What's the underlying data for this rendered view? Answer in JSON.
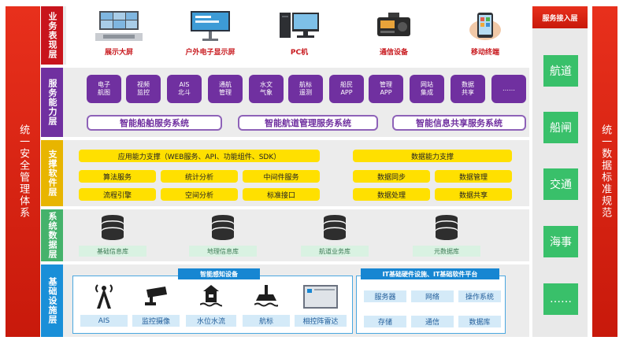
{
  "left_bar": {
    "label": "统一安全管理体系"
  },
  "right_bar": {
    "label": "统一数据标准规范"
  },
  "service_access": {
    "title": "服务接入层",
    "items": [
      "航道",
      "船闸",
      "交通",
      "海事",
      "……"
    ]
  },
  "layers": {
    "presentation": {
      "label": "业务表现层",
      "devices": [
        {
          "label": "展示大屏",
          "icon": "display-wall-icon"
        },
        {
          "label": "户外电子显示屏",
          "icon": "outdoor-screen-icon"
        },
        {
          "label": "PC机",
          "icon": "pc-icon"
        },
        {
          "label": "通信设备",
          "icon": "communication-device-icon"
        },
        {
          "label": "移动终端",
          "icon": "mobile-terminal-icon"
        }
      ]
    },
    "service_capability": {
      "label": "服务能力层",
      "modules": [
        "电子\n航图",
        "视频\n监控",
        "AIS\n北斗",
        "通航\n管理",
        "水文\n气象",
        "航标\n遥测",
        "船民\nAPP",
        "管理\nAPP",
        "网站\n集成",
        "数据\n共享",
        "……"
      ],
      "systems": [
        "智能船舶服务系统",
        "智能航道管理服务系统",
        "智能信息共享服务系统"
      ]
    },
    "support_software": {
      "label": "支撑软件层",
      "app_support": "应用能力支撑（WEB服务、API、功能组件、SDK）",
      "app_items": [
        "算法服务",
        "统计分析",
        "中间件服务",
        "流程引擎",
        "空间分析",
        "标准接口"
      ],
      "data_support": "数据能力支撑",
      "data_items": [
        "数据同步",
        "数据管理",
        "数据处理",
        "数据共享"
      ]
    },
    "system_data": {
      "label": "系统数据层",
      "databases": [
        "基础信息库",
        "地理信息库",
        "航道业务库",
        "元数据库"
      ]
    },
    "infrastructure": {
      "label": "基础设施层",
      "sensing": {
        "title": "智能感知设备",
        "items": [
          {
            "label": "AIS",
            "icon": "ais-antenna-icon"
          },
          {
            "label": "监控摄像",
            "icon": "surveillance-camera-icon"
          },
          {
            "label": "水位水流",
            "icon": "water-level-icon"
          },
          {
            "label": "航标",
            "icon": "navigation-buoy-icon"
          },
          {
            "label": "相控阵雷达",
            "icon": "phased-array-radar-icon"
          }
        ]
      },
      "it_platform": {
        "title": "IT基础硬件设施、IT基础软件平台",
        "items": [
          "服务器",
          "网络",
          "操作系统",
          "存储",
          "通信",
          "数据库"
        ]
      }
    }
  },
  "colors": {
    "red": "#d9231a",
    "purple": "#7030a0",
    "yellow": "#ffe000",
    "blue": "#1786d2",
    "green": "#39c06a"
  }
}
